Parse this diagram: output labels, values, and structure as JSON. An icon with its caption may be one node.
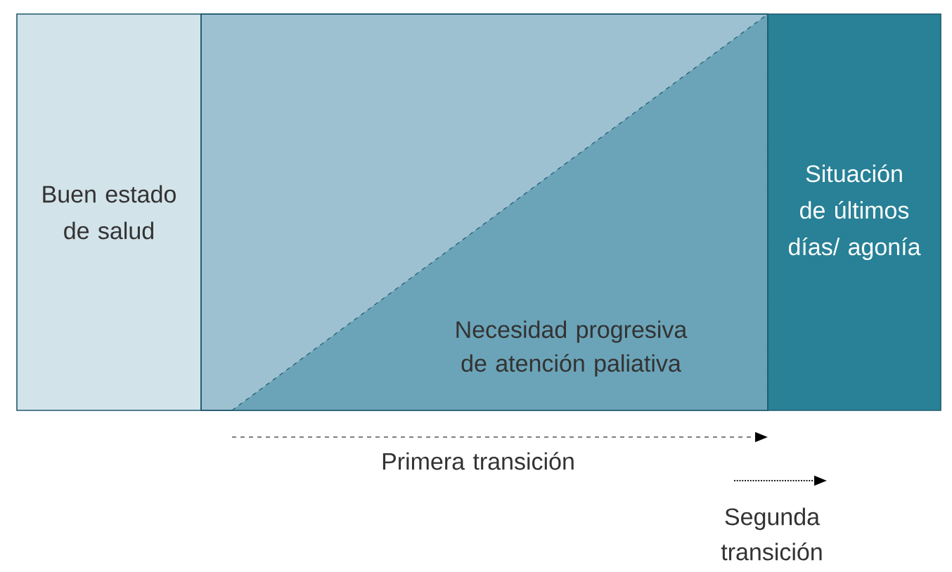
{
  "diagram": {
    "nodes": [
      {
        "text": [
          "Buen estado de salud"
        ]
      },
      {
        "text": [
          "Necesidad progresiva de atención paliativa"
        ]
      },
      {
        "text": [
          "Situación de últimos días/ agonía"
        ]
      }
    ],
    "labels": [
      "Primera transición",
      "Segunda transición"
    ]
  }
}
